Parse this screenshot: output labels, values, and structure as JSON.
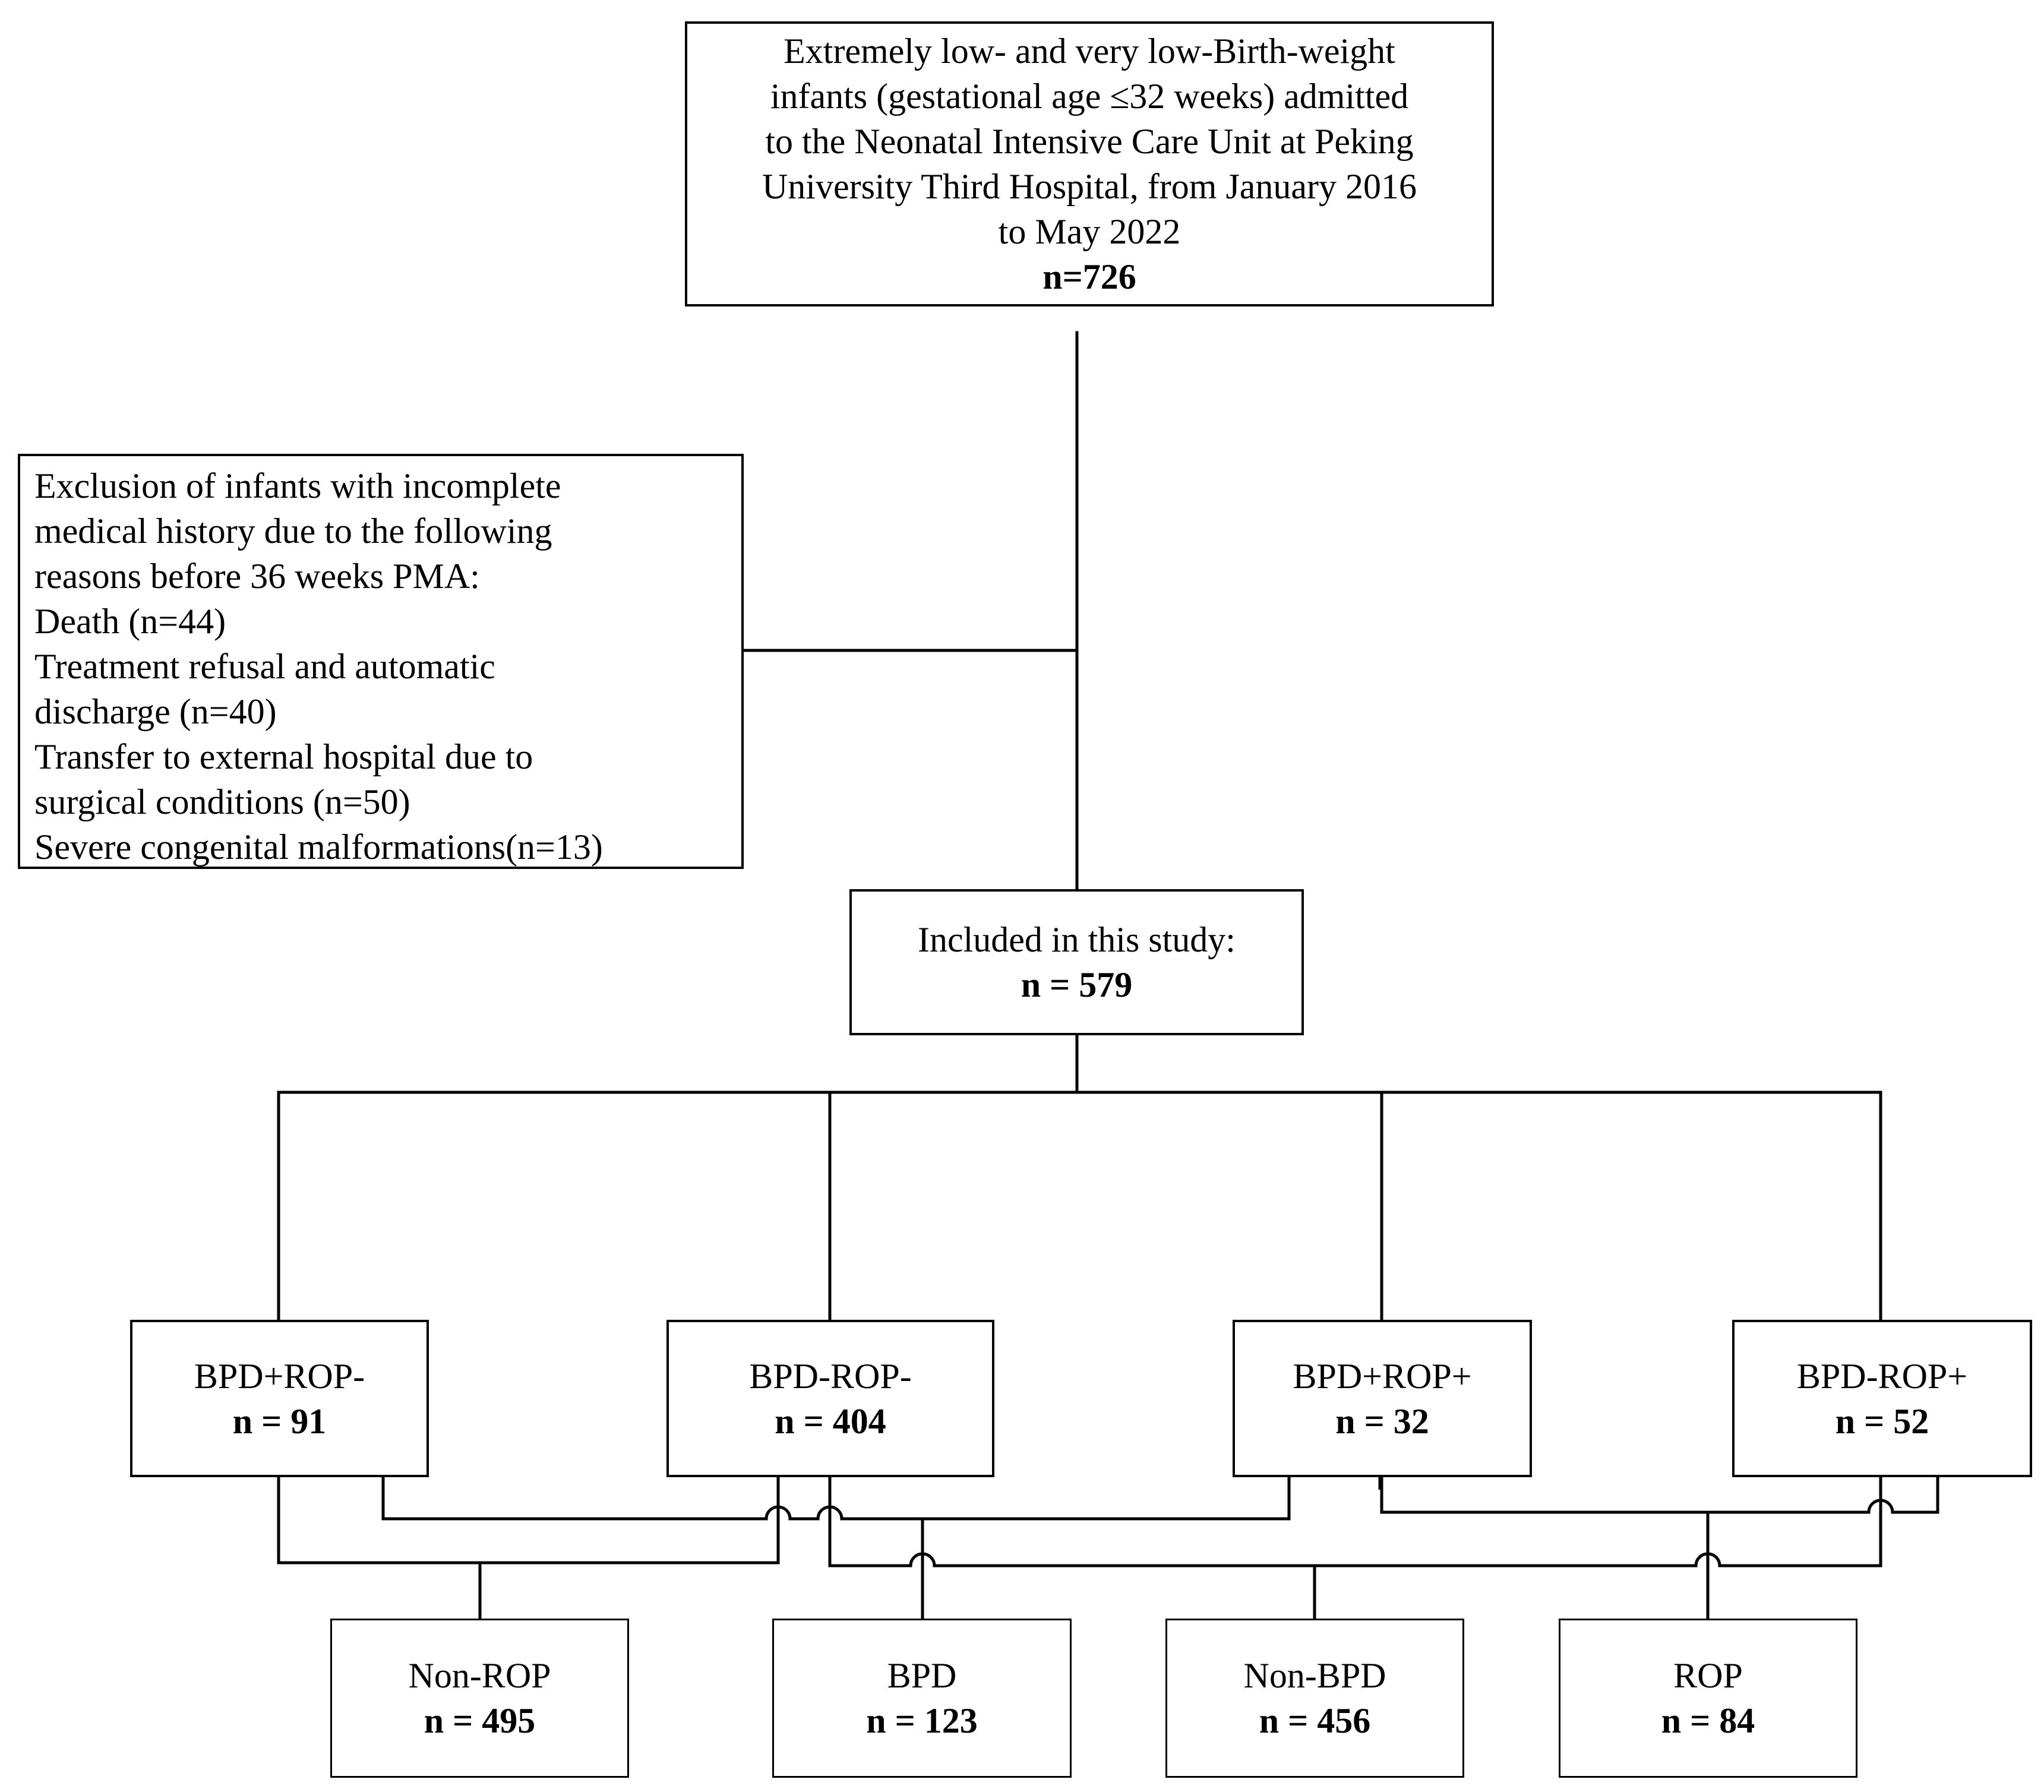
{
  "flowchart": {
    "admitted": {
      "lines": [
        "Extremely low- and very low-Birth-weight",
        "infants (gestational age ≤32 weeks) admitted",
        "to the Neonatal Intensive Care Unit at Peking",
        "University Third Hospital, from January 2016",
        "to May 2022"
      ],
      "count": "n=726"
    },
    "exclusion": {
      "lines": [
        "Exclusion of infants with incomplete",
        "medical history due to the following",
        "reasons before 36 weeks PMA:",
        "Death (n=44)",
        "Treatment refusal and automatic",
        "discharge (n=40)",
        "Transfer to external hospital due to",
        "surgical conditions (n=50)",
        "Severe congenital malformations(n=13)"
      ]
    },
    "included": {
      "label": "Included in this study:",
      "count": "n = 579"
    },
    "subgroups": [
      {
        "label": "BPD+ROP-",
        "count": "n = 91"
      },
      {
        "label": "BPD-ROP-",
        "count": "n = 404"
      },
      {
        "label": "BPD+ROP+",
        "count": "n = 32"
      },
      {
        "label": "BPD-ROP+",
        "count": "n = 52"
      }
    ],
    "outcomes": [
      {
        "label": "Non-ROP",
        "count": "n = 495"
      },
      {
        "label": "BPD",
        "count": "n = 123"
      },
      {
        "label": "Non-BPD",
        "count": "n = 456"
      },
      {
        "label": "ROP",
        "count": "n = 84"
      }
    ]
  }
}
